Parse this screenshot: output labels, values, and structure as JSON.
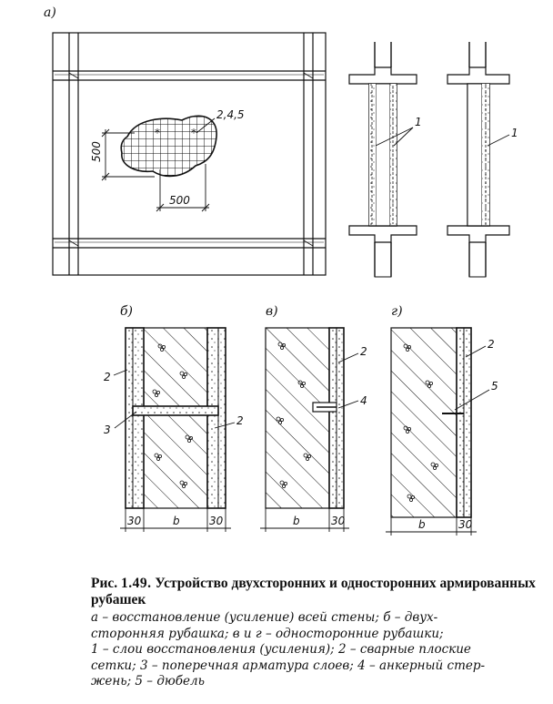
{
  "panels": {
    "a": "а)",
    "b": "б)",
    "v": "в)",
    "g": "г)"
  },
  "labels": {
    "a_patch": "2,4,5",
    "a_dim_vertical": "500",
    "a_dim_horizontal": "500",
    "section1_callout": "1",
    "section2_callout": "1",
    "b_callout_left": "2",
    "b_callout_bar": "3",
    "b_callout_right": "2",
    "v_callout_mesh": "2",
    "v_callout_anchor": "4",
    "g_callout_mesh": "2",
    "g_callout_dowel": "5"
  },
  "dimensions": {
    "b_left": "30",
    "b_mid": "b",
    "b_right": "30",
    "v_mid": "b",
    "v_right": "30",
    "g_mid": "b",
    "g_right": "30"
  },
  "caption": {
    "prefix": "Рис.",
    "number": "1.49.",
    "title": "Устройство двухсторонних и односторонних армированных рубашек",
    "lines": [
      "а – восстановление (усиление) всей стены; б – двух-",
      "сторонняя рубашка; в и г – односторонние рубашки;",
      "1 – слои восстановления (усиления); 2 – сварные плоские",
      "сетки; 3 – поперечная арматура слоев; 4 – анкерный стер-",
      "жень; 5 – дюбель"
    ]
  },
  "colors": {
    "ink": "#111111",
    "paper": "#ffffff"
  }
}
